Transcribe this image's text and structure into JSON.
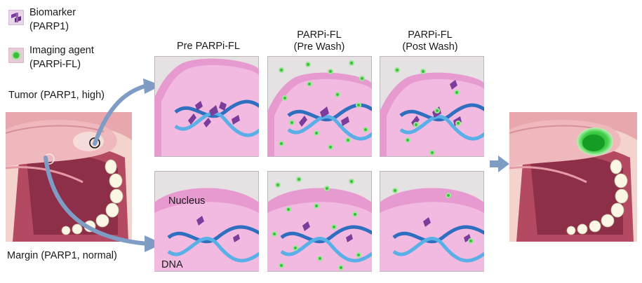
{
  "legend": {
    "biomarker_line1": "Biomarker",
    "biomarker_line2": "(PARP1)",
    "imaging_line1": "Imaging agent",
    "imaging_line2": "(PARPi-FL)"
  },
  "labels": {
    "tumor": "Tumor (PARP1, high)",
    "margin": "Margin (PARP1, normal)",
    "nucleus": "Nucleus",
    "dna": "DNA"
  },
  "columns": [
    {
      "line1": "Pre PARPi-FL",
      "line2": ""
    },
    {
      "line1": "PARPi-FL",
      "line2": "(Pre Wash)"
    },
    {
      "line1": "PARPi-FL",
      "line2": "(Post Wash)"
    }
  ],
  "colors": {
    "panel_bg": "#e6e2e3",
    "nucleus": "#e79ad0",
    "dna_dark": "#2f6fbf",
    "dna_light": "#5ab0e6",
    "biomarker": "#7a3e9a",
    "imaging_agent": "#3bbf3b",
    "arrow": "#7f9cc4",
    "tumor_highlight": "#2ec03a"
  }
}
